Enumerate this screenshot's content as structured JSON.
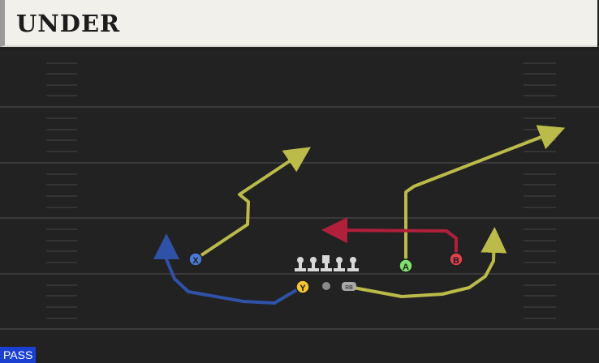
{
  "play": {
    "name": "UNDER",
    "type_label": "PASS"
  },
  "colors": {
    "primary_route": "#bbbb4a",
    "blue_route": "#2f52a8",
    "red_route": "#b0203a",
    "player_yellow": "#f2c632",
    "player_green": "#7fe06b",
    "player_red": "#e0424c",
    "player_blue": "#4a7ad6"
  },
  "players": {
    "x_label": "X",
    "y_label": "Y",
    "a_label": "A",
    "b_label": "B",
    "rb_label": "RB"
  }
}
